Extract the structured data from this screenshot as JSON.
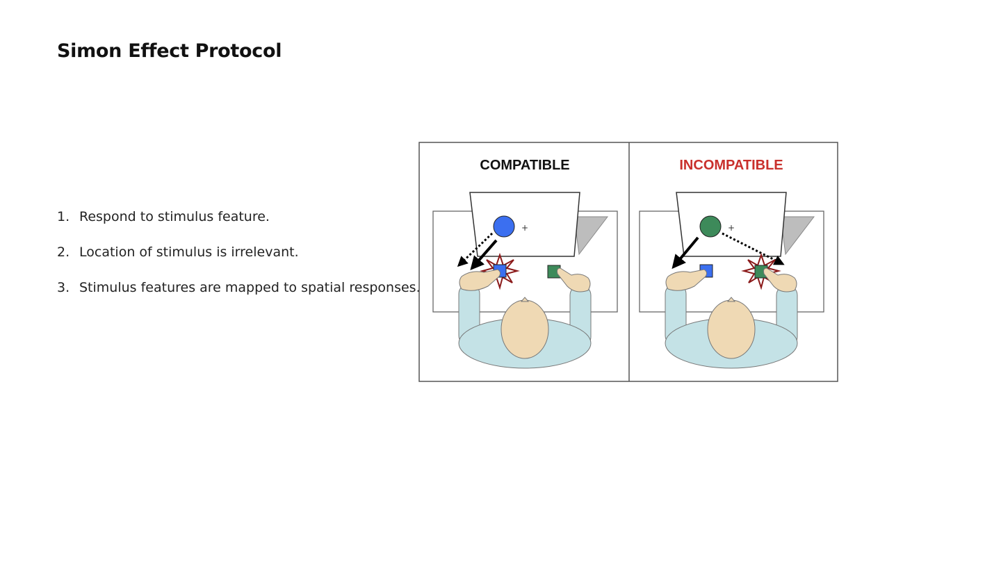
{
  "slide": {
    "title": "Simon Effect Protocol",
    "points": [
      {
        "number": "1.",
        "text": "Respond to stimulus feature."
      },
      {
        "number": "2.",
        "text": "Location of stimulus is irrelevant."
      },
      {
        "number": "3.",
        "text": "Stimulus features are mapped to spatial responses."
      }
    ]
  },
  "figure": {
    "panels": [
      {
        "label": "COMPATIBLE",
        "label_color": "#111111",
        "stimulus_color": "#3b6ff0"
      },
      {
        "label": "INCOMPATIBLE",
        "label_color": "#c9302c",
        "stimulus_color": "#3d8a5a"
      }
    ],
    "colors": {
      "left_key": "#3b6ff0",
      "right_key": "#3d8a5a",
      "skin": "#efd9b4",
      "shirt": "#c4e2e6",
      "flash": "#8b1a1a"
    },
    "fixation_mark": "+"
  }
}
